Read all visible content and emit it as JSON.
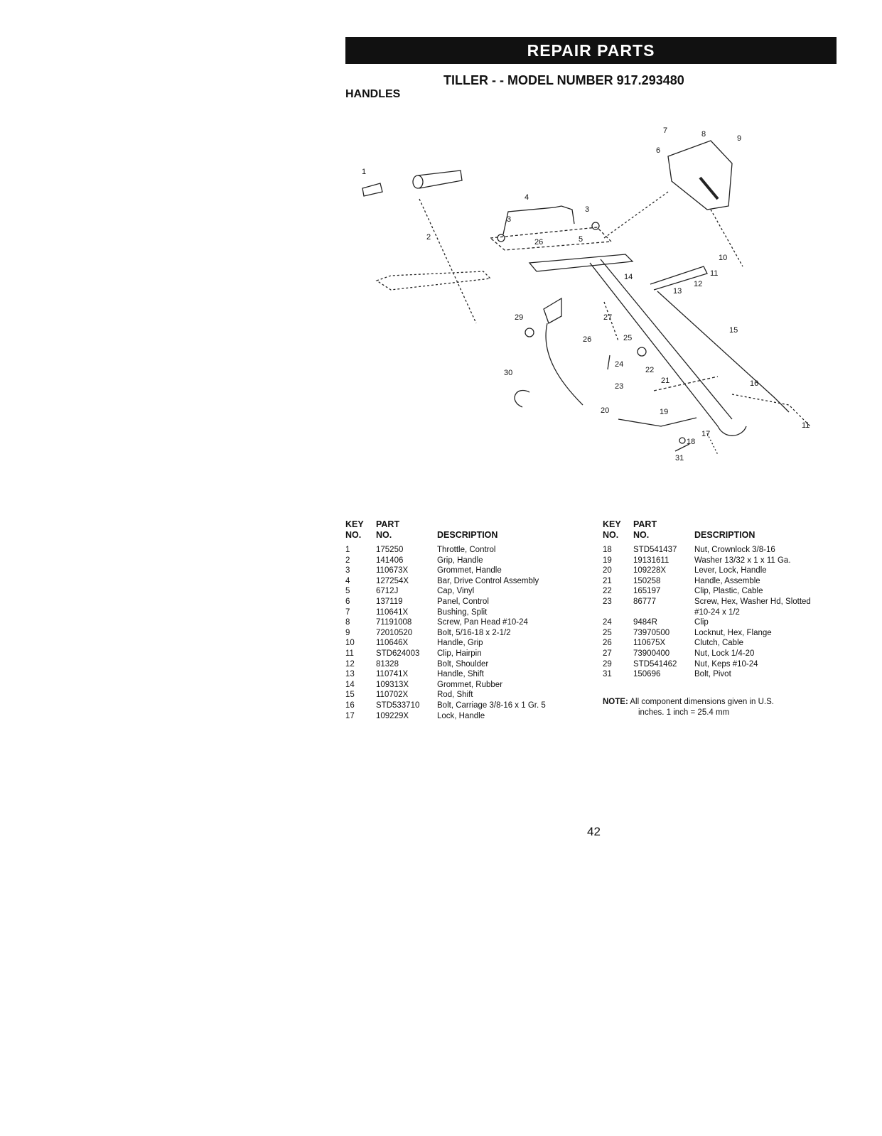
{
  "header": {
    "banner": "REPAIR PARTS",
    "model_title": "TILLER - - MODEL NUMBER 917.293480",
    "section_title": "HANDLES"
  },
  "diagram": {
    "callouts": [
      "1",
      "2",
      "3",
      "3",
      "4",
      "5",
      "6",
      "7",
      "8",
      "9",
      "10",
      "11",
      "11",
      "12",
      "13",
      "14",
      "15",
      "16",
      "17",
      "18",
      "19",
      "20",
      "21",
      "22",
      "23",
      "24",
      "25",
      "26",
      "26",
      "27",
      "29",
      "30",
      "31"
    ]
  },
  "table_headers": {
    "key_line1": "KEY",
    "key_line2": "NO.",
    "part_line1": "PART",
    "part_line2": "NO.",
    "description": "DESCRIPTION"
  },
  "left_parts": [
    {
      "key": "1",
      "part": "175250",
      "desc": "Throttle, Control"
    },
    {
      "key": "2",
      "part": "141406",
      "desc": "Grip, Handle"
    },
    {
      "key": "3",
      "part": "110673X",
      "desc": "Grommet, Handle"
    },
    {
      "key": "4",
      "part": "127254X",
      "desc": "Bar, Drive Control Assembly"
    },
    {
      "key": "5",
      "part": "6712J",
      "desc": "Cap, Vinyl"
    },
    {
      "key": "6",
      "part": "137119",
      "desc": "Panel, Control"
    },
    {
      "key": "7",
      "part": "110641X",
      "desc": "Bushing, Split"
    },
    {
      "key": "8",
      "part": "71191008",
      "desc": "Screw, Pan Head #10-24"
    },
    {
      "key": "9",
      "part": "72010520",
      "desc": "Bolt, 5/16-18 x 2-1/2"
    },
    {
      "key": "10",
      "part": "110646X",
      "desc": "Handle, Grip"
    },
    {
      "key": "11",
      "part": "STD624003",
      "desc": "Clip, Hairpin"
    },
    {
      "key": "12",
      "part": "81328",
      "desc": "Bolt, Shoulder"
    },
    {
      "key": "13",
      "part": "110741X",
      "desc": "Handle, Shift"
    },
    {
      "key": "14",
      "part": "109313X",
      "desc": "Grommet, Rubber"
    },
    {
      "key": "15",
      "part": "110702X",
      "desc": "Rod, Shift"
    },
    {
      "key": "16",
      "part": "STD533710",
      "desc": "Bolt, Carriage 3/8-16 x 1 Gr. 5"
    },
    {
      "key": "17",
      "part": "109229X",
      "desc": "Lock, Handle"
    }
  ],
  "right_parts": [
    {
      "key": "18",
      "part": "STD541437",
      "desc": "Nut, Crownlock 3/8-16"
    },
    {
      "key": "19",
      "part": "19131611",
      "desc": "Washer 13/32 x 1 x 11 Ga."
    },
    {
      "key": "20",
      "part": "109228X",
      "desc": "Lever, Lock, Handle"
    },
    {
      "key": "21",
      "part": "150258",
      "desc": "Handle, Assemble"
    },
    {
      "key": "22",
      "part": "165197",
      "desc": "Clip, Plastic, Cable"
    },
    {
      "key": "23",
      "part": "86777",
      "desc": "Screw, Hex, Washer Hd, Slotted"
    },
    {
      "key": "",
      "part": "",
      "desc": "#10-24 x 1/2"
    },
    {
      "key": "24",
      "part": "9484R",
      "desc": "Clip"
    },
    {
      "key": "25",
      "part": "73970500",
      "desc": "Locknut, Hex, Flange"
    },
    {
      "key": "26",
      "part": "110675X",
      "desc": "Clutch, Cable"
    },
    {
      "key": "27",
      "part": "73900400",
      "desc": "Nut, Lock 1/4-20"
    },
    {
      "key": "29",
      "part": "STD541462",
      "desc": "Nut, Keps #10-24"
    },
    {
      "key": "31",
      "part": "150696",
      "desc": "Bolt, Pivot"
    }
  ],
  "note": {
    "label": "NOTE:",
    "line1": "All component dimensions given in U.S.",
    "line2": "inches. 1 inch = 25.4 mm"
  },
  "page_number": "42"
}
